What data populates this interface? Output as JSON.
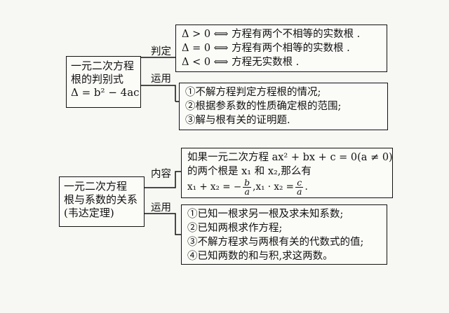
{
  "node1": {
    "lines": [
      "一元二次方程",
      "根的判别式",
      "Δ = b² − 4ac"
    ]
  },
  "node2": {
    "lines": [
      "一元二次方程",
      "根与系数的关系",
      "(韦达定理)"
    ]
  },
  "edges": {
    "judge": "判定",
    "apply1": "运用",
    "content": "内容",
    "apply2": "运用"
  },
  "judge_box": {
    "lines": [
      "Δ > 0 ⟺ 方程有两个不相等的实数根 .",
      "Δ = 0 ⟺ 方程有两个相等的实数根 .",
      "Δ < 0 ⟺ 方程无实数根 ."
    ]
  },
  "apply1_box": {
    "lines": [
      "①不解方程判定方程根的情况;",
      "②根据参系数的性质确定根的范围;",
      "③解与根有关的证明题."
    ]
  },
  "content_box": {
    "line1": "如果一元二次方程 ax² + bx + c = 0(a ≠ 0)",
    "line2": "的两个根是 x₁ 和 x₂,那么有",
    "sum_prefix": "x₁ + x₂ = −",
    "sum_num": "b",
    "sum_den": "a",
    "prod_prefix": ",x₁ · x₂ =",
    "prod_num": "c",
    "prod_den": "a",
    "end": "."
  },
  "apply2_box": {
    "lines": [
      "①已知一根求另一根及求未知系数;",
      "②已知两根求作方程;",
      "③不解方程求与两根有关的代数式的值;",
      "④已知两数的和与积,求这两数。"
    ]
  }
}
